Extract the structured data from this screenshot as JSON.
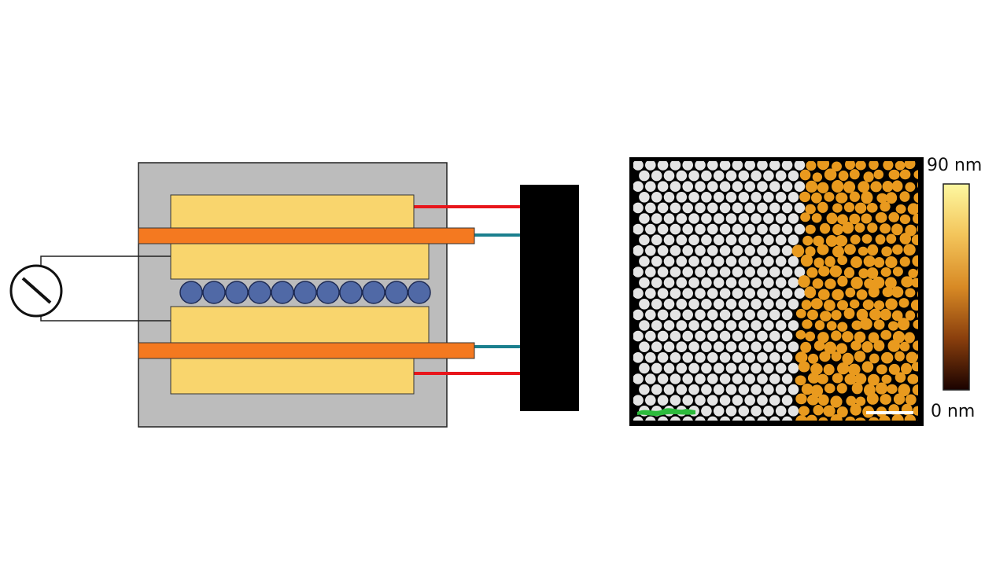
{
  "colorbar": {
    "max_label": "90 nm",
    "min_label": "0 nm",
    "stops": [
      "#fdf8a0",
      "#f3c45a",
      "#d88a25",
      "#8a3f0d",
      "#1a0200"
    ]
  },
  "colors": {
    "housing": "#bcbcbc",
    "pad": "#f9d56d",
    "electrode_strip": "#f47920",
    "sphere": "#5069a6",
    "red_lead": "#e8151b",
    "teal_lead": "#1b7f8e",
    "instrument_block": "#000000",
    "afm_light_region": "#e4e4e4",
    "afm_dark_region": "#e99a1e",
    "afm_background": "#000000",
    "scale_bar": "#ffffff",
    "green_marker": "#2dbb3c"
  },
  "spheres": {
    "count": 11
  },
  "icons": {
    "meter": "ac-meter-icon"
  }
}
